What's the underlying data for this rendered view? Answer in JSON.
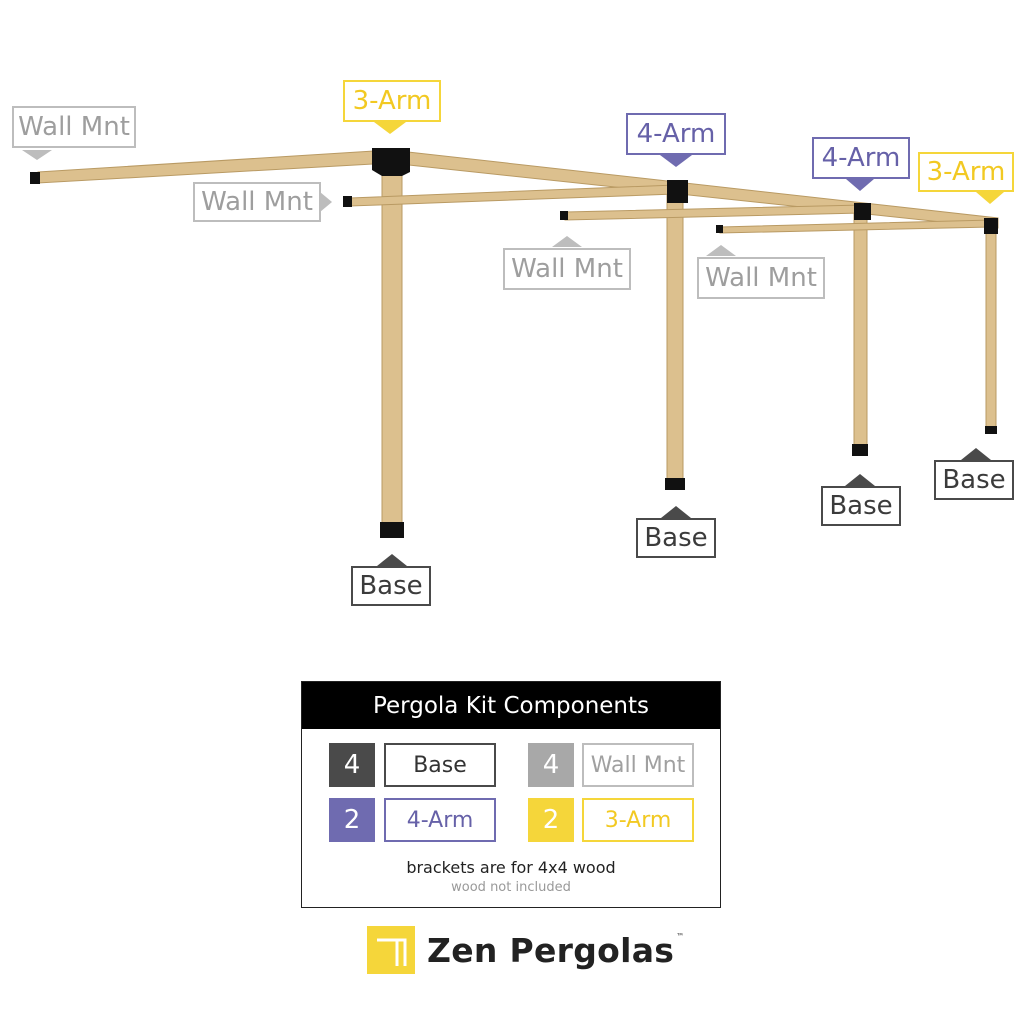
{
  "callouts": {
    "wall_mount": "Wall Mnt",
    "three_arm": "3-Arm",
    "four_arm": "4-Arm",
    "base": "Base"
  },
  "legend": {
    "title": "Pergola Kit Components",
    "items": [
      {
        "count": "4",
        "label": "Base",
        "color": "#4a4a4a"
      },
      {
        "count": "4",
        "label": "Wall Mnt",
        "color": "#a8a8a8"
      },
      {
        "count": "2",
        "label": "4-Arm",
        "color": "#6f6bb0"
      },
      {
        "count": "2",
        "label": "3-Arm",
        "color": "#f5d63a"
      }
    ],
    "note": "brackets are for 4x4 wood",
    "subnote": "wood not included"
  },
  "brand": {
    "name": "Zen Pergolas",
    "trademark": "™",
    "accent": "#f5d63a"
  },
  "colors": {
    "wood": "#dcc08e",
    "bracket": "#111111"
  }
}
